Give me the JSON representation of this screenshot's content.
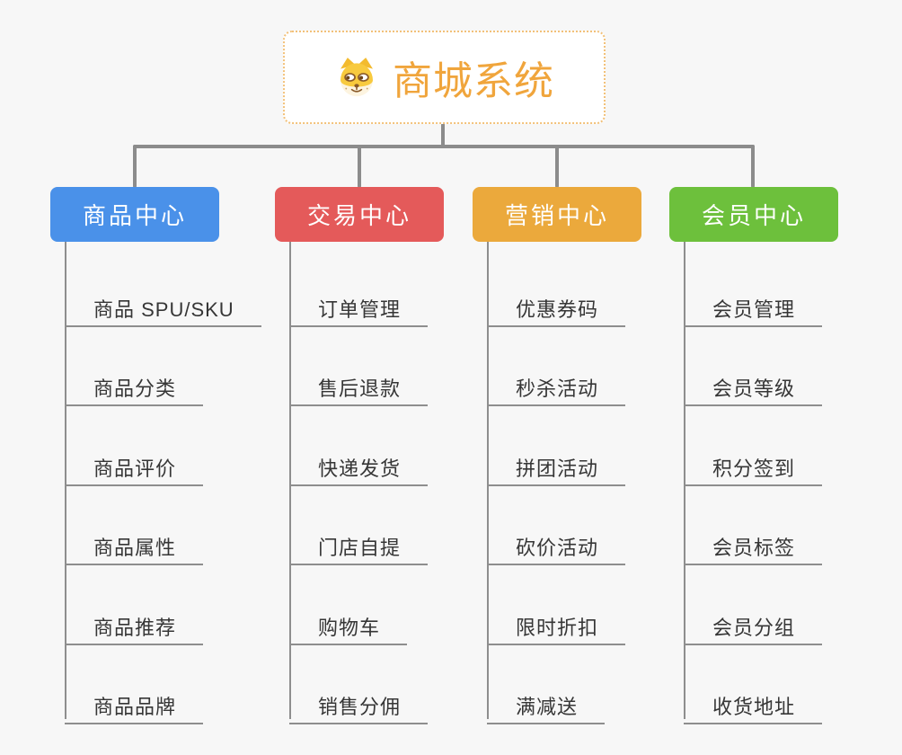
{
  "root": {
    "title": "商城系统",
    "icon": "dog-face-icon"
  },
  "colors": {
    "background": "#F7F7F7",
    "connector": "#8C8C8C",
    "leaf_underline": "#8E8E8E",
    "leaf_text": "#363636",
    "root_text": "#F0A53C",
    "root_border": "#F2C179",
    "root_background": "#FFFFFF"
  },
  "branches": [
    {
      "label": "商品中心",
      "color": "#4A91E9",
      "items": [
        "商品 SPU/SKU",
        "商品分类",
        "商品评价",
        "商品属性",
        "商品推荐",
        "商品品牌"
      ]
    },
    {
      "label": "交易中心",
      "color": "#E45A5A",
      "items": [
        "订单管理",
        "售后退款",
        "快递发货",
        "门店自提",
        "购物车",
        "销售分佣"
      ]
    },
    {
      "label": "营销中心",
      "color": "#EBA93C",
      "items": [
        "优惠券码",
        "秒杀活动",
        "拼团活动",
        "砍价活动",
        "限时折扣",
        "满减送"
      ]
    },
    {
      "label": "会员中心",
      "color": "#6DC03C",
      "items": [
        "会员管理",
        "会员等级",
        "积分签到",
        "会员标签",
        "会员分组",
        "收货地址"
      ]
    }
  ]
}
